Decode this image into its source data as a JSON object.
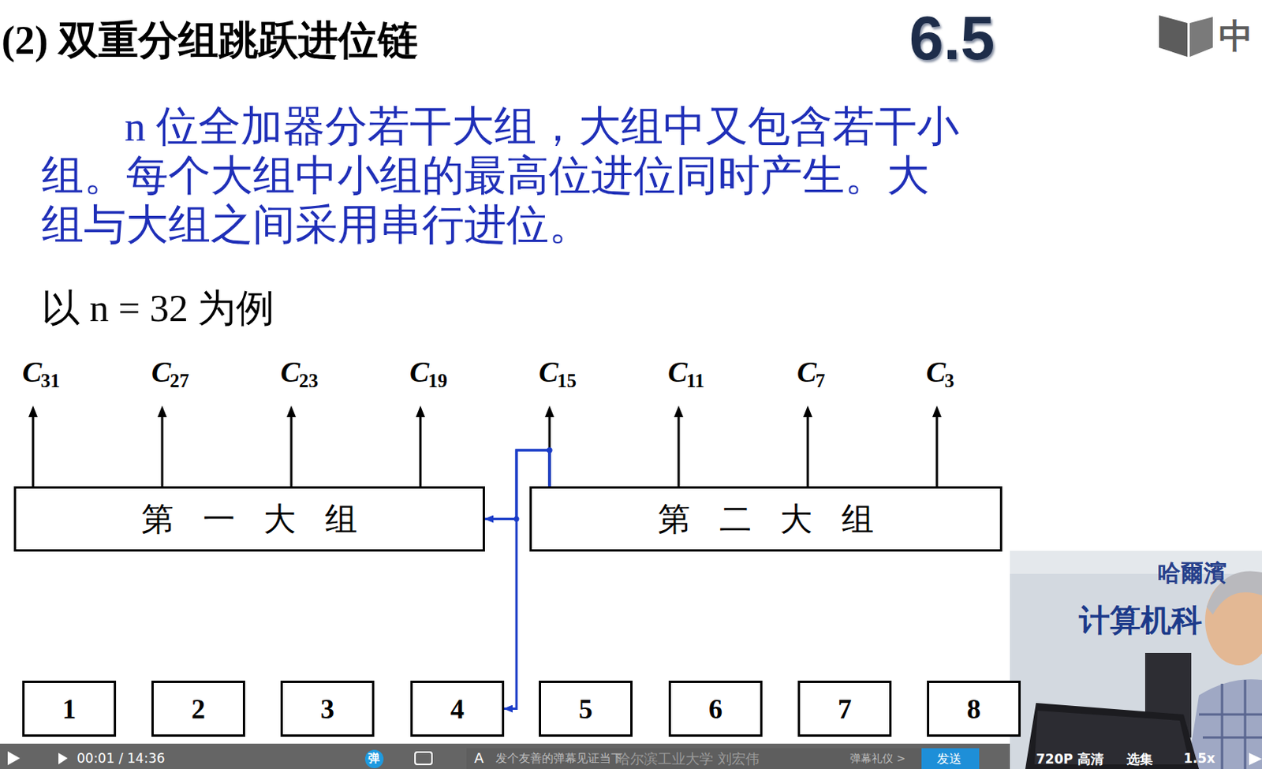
{
  "diagram": {
    "title": "(2) 双重分组跳跃进位链",
    "nodes": [
      {
        "text": [
          "第一大组"
        ]
      },
      {
        "text": [
          "第二大组"
        ]
      },
      {
        "text": [
          "1"
        ]
      },
      {
        "text": [
          "2"
        ]
      },
      {
        "text": [
          "3"
        ]
      },
      {
        "text": [
          "4"
        ]
      },
      {
        "text": [
          "5"
        ]
      },
      {
        "text": [
          "6"
        ]
      },
      {
        "text": [
          "7"
        ]
      },
      {
        "text": [
          "8"
        ]
      }
    ],
    "edges": [
      {
        "from": 1,
        "to": 0,
        "arrow": "to"
      },
      {
        "from": 1,
        "to": 5,
        "arrow": "to"
      }
    ],
    "labels": [
      "6.5",
      "中",
      "n 位全加器分若干大组，大组中又包含若干小组。每个大组中小组的最高位进位同时产生。大组与大组之间采用串行进位。",
      "以 n = 32 为例",
      "C",
      "31",
      "C",
      "27",
      "C",
      "23",
      "C",
      "19",
      "C",
      "15",
      "C",
      "11",
      "C",
      "7",
      "C",
      "3",
      "哈爾濱",
      "计算机科",
      "00:01 / 14:36",
      "弹",
      "A",
      "发个友善的弹幕见证当下",
      "哈尔滨工业大学 刘宏伟",
      "弹幕礼仪 >",
      "发送",
      "720P 高清",
      "选集",
      "1.5x"
    ]
  }
}
